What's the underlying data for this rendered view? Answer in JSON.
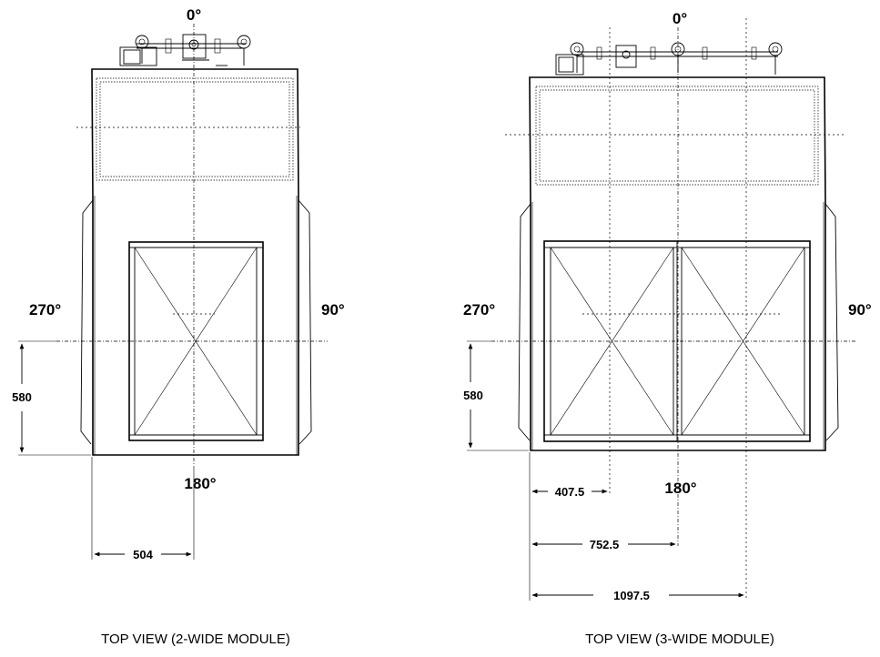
{
  "views": [
    {
      "caption": "TOP VIEW (2-WIDE MODULE)",
      "angle_top": "0°",
      "angle_left": "270°",
      "angle_right": "90°",
      "angle_bottom": "180°",
      "dim_vertical": "580",
      "dims_horizontal": [
        "504"
      ]
    },
    {
      "caption": "TOP VIEW (3-WIDE MODULE)",
      "angle_top": "0°",
      "angle_left": "270°",
      "angle_right": "90°",
      "angle_bottom": "180°",
      "dim_vertical": "580",
      "dims_horizontal": [
        "407.5",
        "752.5",
        "1097.5"
      ]
    }
  ]
}
